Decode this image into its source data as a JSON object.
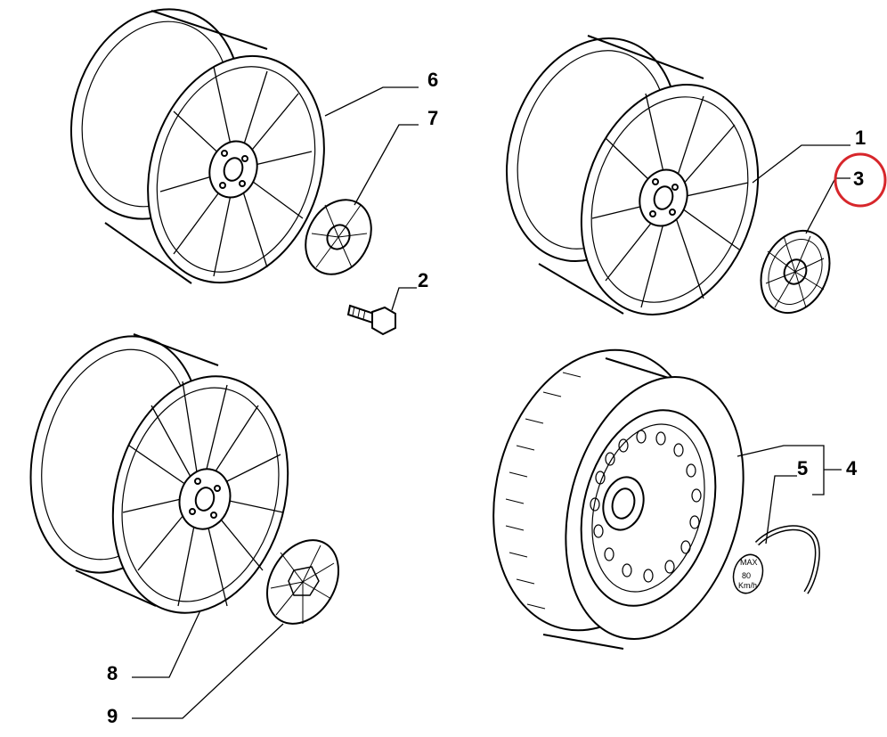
{
  "diagram": {
    "callouts": {
      "c1": "1",
      "c2": "2",
      "c3": "3",
      "c4": "4",
      "c5": "5",
      "c6": "6",
      "c7": "7",
      "c8": "8",
      "c9": "9"
    },
    "highlight_color": "#d7262b",
    "badge": {
      "line1": "MAX",
      "line2": "80",
      "line3": "Km/h"
    }
  }
}
